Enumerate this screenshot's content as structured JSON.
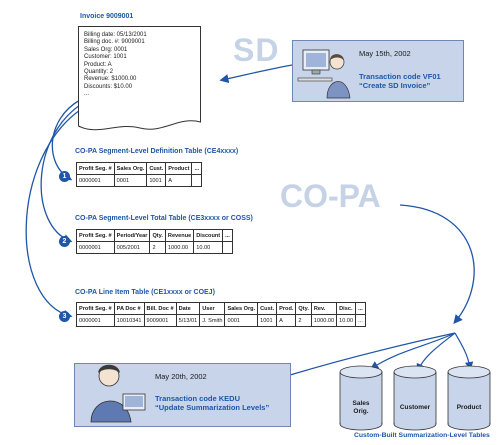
{
  "invoice": {
    "title": "Invoice 9009001",
    "lines": [
      "Billing date: 05/13/2001",
      "Billing doc. #: 9009001",
      "Sales Org: 0001",
      "Customer: 1001",
      "Product: A",
      "Quantity: 2",
      "Revenue: $1000.00",
      "Discounts: $10.00",
      "..."
    ]
  },
  "labels": {
    "sd": "SD",
    "copa": "CO-PA",
    "summarization_caption": "Custom-Built Summarization-Level Tables"
  },
  "callout_top": {
    "date": "May 15th, 2002",
    "line1": "Transaction code VF01",
    "line2": "“Create SD Invoice”"
  },
  "callout_bottom": {
    "date": "May 20th, 2002",
    "line1": "Transaction code KEDU",
    "line2": "“Update Summarization Levels”"
  },
  "tables": [
    {
      "number": "1",
      "title": "CO-PA Segment-Level Definition Table (CE4xxxx)",
      "header": [
        "Profit Seg. #",
        "Sales Org.",
        "Cust.",
        "Product",
        "..."
      ],
      "row": [
        "0000001",
        "0001",
        "1001",
        "A",
        ""
      ]
    },
    {
      "number": "2",
      "title": "CO-PA Segment-Level Total Table (CE3xxxx or COSS)",
      "header": [
        "Profit Seg. #",
        "Period/Year",
        "Qty.",
        "Revenue",
        "Discount",
        "..."
      ],
      "row": [
        "0000001",
        "005/2001",
        "2",
        "1000.00",
        "10.00",
        ""
      ]
    },
    {
      "number": "3",
      "title": "CO-PA Line Item Table (CE1xxxx or COEJ)",
      "header": [
        "Profit Seg. #",
        "PA Doc #",
        "Bill. Doc #",
        "Date",
        "User",
        "Sales Org.",
        "Cust.",
        "Prod.",
        "Qty.",
        "Rev.",
        "Disc.",
        "..."
      ],
      "row": [
        "0000001",
        "10010341",
        "9009001",
        "5/13/01",
        "J. Smith",
        "0001",
        "1001",
        "A",
        "2",
        "1000.00",
        "10.00",
        "..."
      ]
    }
  ],
  "cylinders": [
    {
      "line1": "Sales",
      "line2": "Orig."
    },
    {
      "line1": "Customer",
      "line2": ""
    },
    {
      "line1": "Product",
      "line2": ""
    }
  ],
  "colors": {
    "accent_blue": "#1f56a8",
    "callout_fill": "#c8d4ea",
    "watermark": "#c6d2e6"
  }
}
